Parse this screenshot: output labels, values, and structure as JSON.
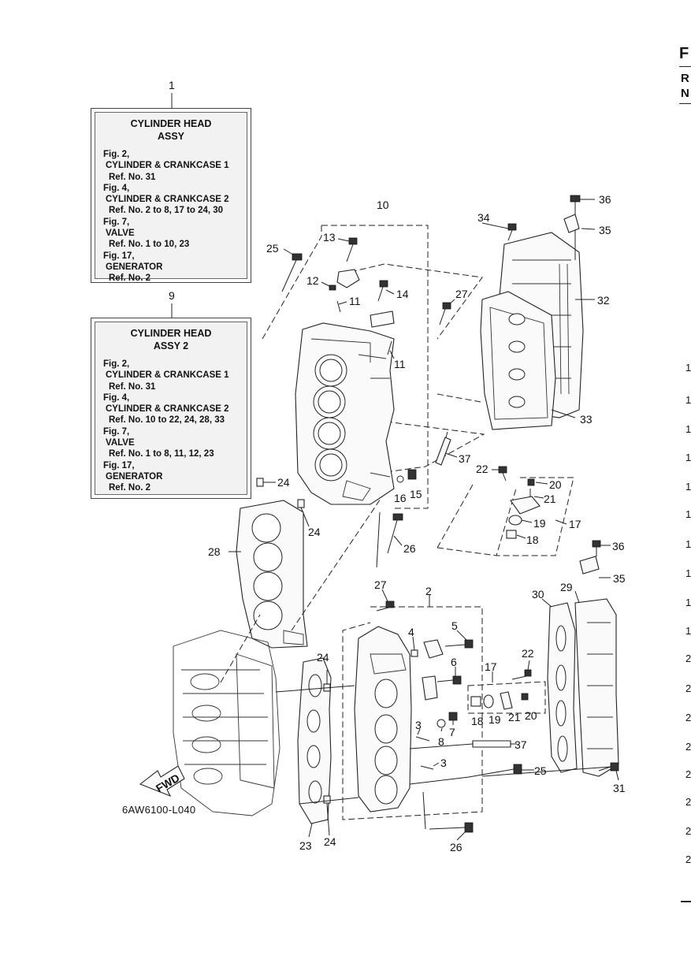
{
  "reference_boxes": [
    {
      "number": "1",
      "title": "CYLINDER HEAD",
      "subtitle": "ASSY",
      "lines": [
        {
          "text": "Fig. 2,",
          "indent": 0
        },
        {
          "text": "CYLINDER & CRANKCASE 1",
          "indent": 1
        },
        {
          "text": "Ref. No. 31",
          "indent": 2
        },
        {
          "text": "Fig. 4,",
          "indent": 0
        },
        {
          "text": "CYLINDER & CRANKCASE 2",
          "indent": 1
        },
        {
          "text": "Ref. No. 2 to 8, 17 to 24, 30",
          "indent": 2
        },
        {
          "text": "Fig. 7,",
          "indent": 0
        },
        {
          "text": "VALVE",
          "indent": 1
        },
        {
          "text": "Ref. No. 1 to 10, 23",
          "indent": 2
        },
        {
          "text": "Fig. 17,",
          "indent": 0
        },
        {
          "text": "GENERATOR",
          "indent": 1
        },
        {
          "text": "Ref. No. 2",
          "indent": 2
        }
      ]
    },
    {
      "number": "9",
      "title": "CYLINDER HEAD",
      "subtitle": "ASSY 2",
      "lines": [
        {
          "text": "Fig. 2,",
          "indent": 0
        },
        {
          "text": "CYLINDER & CRANKCASE 1",
          "indent": 1
        },
        {
          "text": "Ref. No. 31",
          "indent": 2
        },
        {
          "text": "Fig. 4,",
          "indent": 0
        },
        {
          "text": "CYLINDER & CRANKCASE 2",
          "indent": 1
        },
        {
          "text": "Ref. No. 10 to 22, 24, 28, 33",
          "indent": 2
        },
        {
          "text": "Fig. 7,",
          "indent": 0
        },
        {
          "text": "VALVE",
          "indent": 1
        },
        {
          "text": "Ref. No. 1 to 8, 11, 12, 23",
          "indent": 2
        },
        {
          "text": "Fig. 17,",
          "indent": 0
        },
        {
          "text": "GENERATOR",
          "indent": 1
        },
        {
          "text": "Ref. No. 2",
          "indent": 2
        }
      ]
    }
  ],
  "callouts": [
    {
      "id": "c10",
      "text": "10"
    },
    {
      "id": "c13",
      "text": "13"
    },
    {
      "id": "c25a",
      "text": "25"
    },
    {
      "id": "c12",
      "text": "12"
    },
    {
      "id": "c11a",
      "text": "11"
    },
    {
      "id": "c14",
      "text": "14"
    },
    {
      "id": "c27a",
      "text": "27"
    },
    {
      "id": "c11b",
      "text": "11"
    },
    {
      "id": "c34",
      "text": "34"
    },
    {
      "id": "c36a",
      "text": "36"
    },
    {
      "id": "c35a",
      "text": "35"
    },
    {
      "id": "c32",
      "text": "32"
    },
    {
      "id": "c33",
      "text": "33"
    },
    {
      "id": "c37a",
      "text": "37"
    },
    {
      "id": "c22a",
      "text": "22"
    },
    {
      "id": "c20a",
      "text": "20"
    },
    {
      "id": "c21a",
      "text": "21"
    },
    {
      "id": "c19a",
      "text": "19"
    },
    {
      "id": "c17a",
      "text": "17"
    },
    {
      "id": "c18a",
      "text": "18"
    },
    {
      "id": "c24a",
      "text": "24"
    },
    {
      "id": "c16",
      "text": "16"
    },
    {
      "id": "c15",
      "text": "15"
    },
    {
      "id": "c24b",
      "text": "24"
    },
    {
      "id": "c26a",
      "text": "26"
    },
    {
      "id": "c28",
      "text": "28"
    },
    {
      "id": "c36b",
      "text": "36"
    },
    {
      "id": "c35b",
      "text": "35"
    },
    {
      "id": "c27b",
      "text": "27"
    },
    {
      "id": "c2",
      "text": "2"
    },
    {
      "id": "c30",
      "text": "30"
    },
    {
      "id": "c29",
      "text": "29"
    },
    {
      "id": "c4",
      "text": "4"
    },
    {
      "id": "c5",
      "text": "5"
    },
    {
      "id": "c22b",
      "text": "22"
    },
    {
      "id": "c24c",
      "text": "24"
    },
    {
      "id": "c6",
      "text": "6"
    },
    {
      "id": "c17b",
      "text": "17"
    },
    {
      "id": "c18b",
      "text": "18"
    },
    {
      "id": "c19b",
      "text": "19"
    },
    {
      "id": "c21b",
      "text": "21"
    },
    {
      "id": "c20b",
      "text": "20"
    },
    {
      "id": "c3a",
      "text": "3"
    },
    {
      "id": "c8",
      "text": "8"
    },
    {
      "id": "c7",
      "text": "7"
    },
    {
      "id": "c37b",
      "text": "37"
    },
    {
      "id": "c3b",
      "text": "3"
    },
    {
      "id": "c25b",
      "text": "25"
    },
    {
      "id": "c31",
      "text": "31"
    },
    {
      "id": "c23",
      "text": "23"
    },
    {
      "id": "c24d",
      "text": "24"
    },
    {
      "id": "c26b",
      "text": "26"
    }
  ],
  "fwd_label": "FWD",
  "drawing_code": "6AW6100-L040",
  "edge_letters": [
    "F",
    "R",
    "N"
  ],
  "edge_numbers": [
    "1",
    "1",
    "1",
    "1",
    "1",
    "1",
    "1",
    "1",
    "1",
    "1",
    "2",
    "2",
    "2",
    "2",
    "2",
    "2",
    "2",
    "2"
  ],
  "colors": {
    "ink": "#111111",
    "box_fill": "#f2f2f2"
  }
}
